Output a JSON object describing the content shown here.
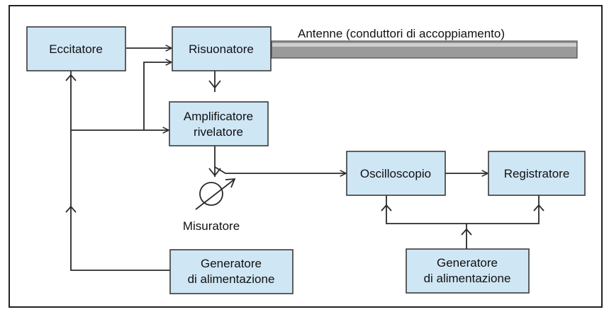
{
  "diagram": {
    "labels": {
      "eccitatore": "Eccitatore",
      "risuonatore": "Risuonatore",
      "antenne": "Antenne (conduttori di accoppiamento)",
      "amplificatore_line1": "Amplificatore",
      "amplificatore_line2": "rivelatore",
      "misuratore": "Misuratore",
      "oscilloscopio": "Oscilloscopio",
      "registratore": "Registratore",
      "generatore_left_line1": "Generatore",
      "generatore_left_line2": "di alimentazione",
      "generatore_right_line1": "Generatore",
      "generatore_right_line2": "di alimentazione"
    },
    "colors": {
      "box_fill": "#cfe6f5",
      "box_stroke": "#3a3a3a",
      "wire": "#2a2a2a",
      "antenna_fill": "#9a9a9a",
      "frame_border": "#222222"
    }
  }
}
